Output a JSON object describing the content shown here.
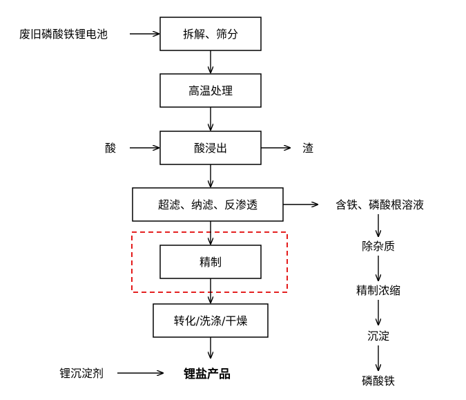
{
  "colors": {
    "stroke": "#000000",
    "highlight": "#e00000",
    "background": "#ffffff"
  },
  "nodes": {
    "source_battery": "废旧磷酸铁锂电池",
    "step_dismantle": "拆解、筛分",
    "step_high_temp": "高温处理",
    "input_acid": "酸",
    "step_acid_leach": "酸浸出",
    "output_residue": "渣",
    "step_filtration": "超滤、纳滤、反渗透",
    "output_fe_phosphate_solution": "含铁、磷酸根溶液",
    "step_refine": "精制",
    "step_remove_impurities": "除杂质",
    "step_convert": "转化/洗涤/干燥",
    "step_refine_concentrate": "精制浓缩",
    "input_li_precipitant": "锂沉淀剂",
    "product_lithium_salt": "锂盐产品",
    "step_precipitate": "沉淀",
    "product_iron_phosphate": "磷酸铁"
  }
}
